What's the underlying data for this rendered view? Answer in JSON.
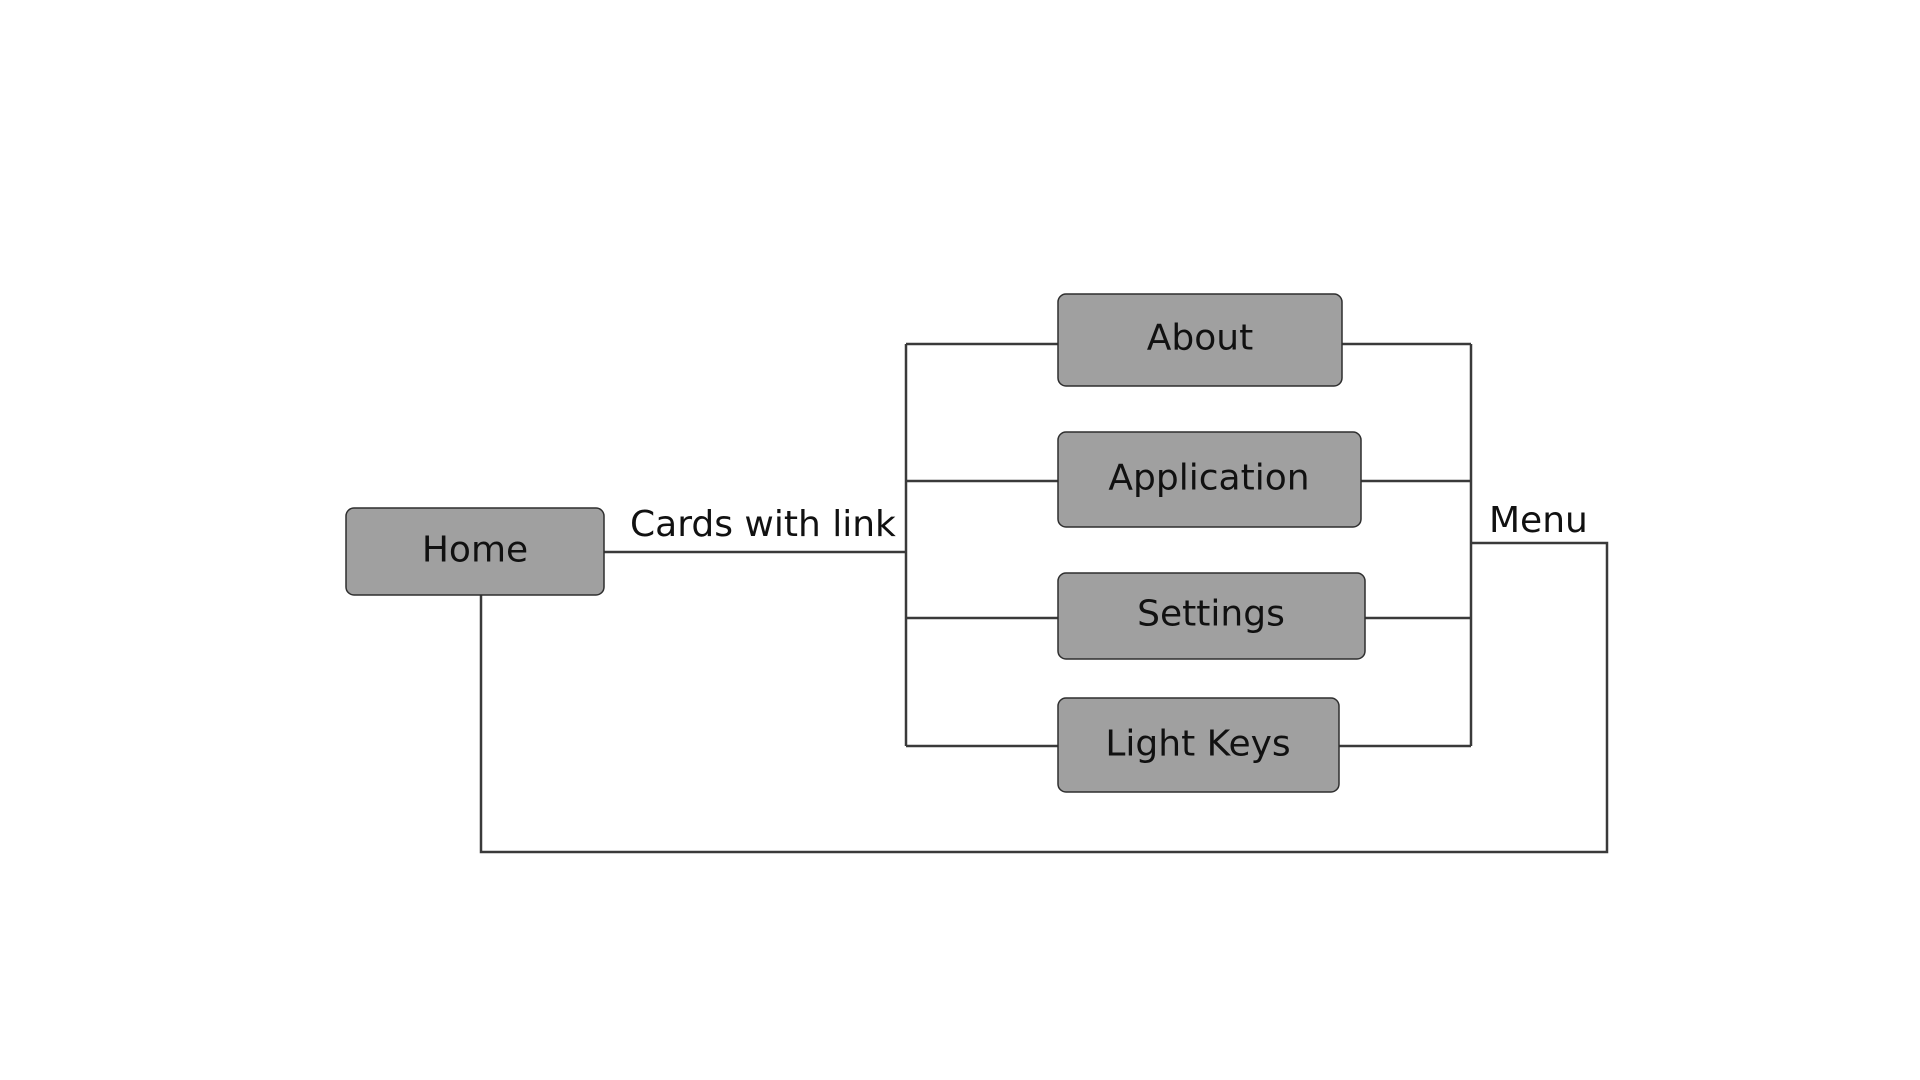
{
  "diagram": {
    "nodes": {
      "home": "Home",
      "about": "About",
      "application": "Application",
      "settings": "Settings",
      "light_keys": "Light Keys"
    },
    "edge_labels": {
      "cards_with_link": "Cards with link",
      "menu": "Menu"
    },
    "colors": {
      "node_fill": "#a0a0a0",
      "node_border": "#2e2e2e",
      "connector": "#3a3a3a"
    }
  }
}
